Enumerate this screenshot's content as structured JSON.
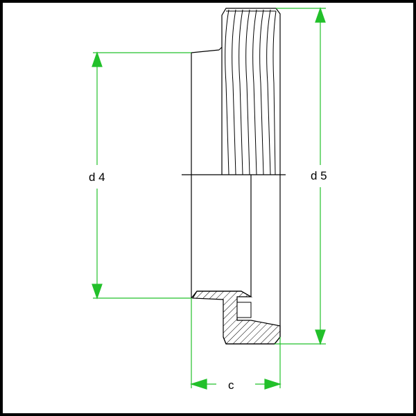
{
  "diagram": {
    "labels": {
      "d4": "d 4",
      "d5": "d 5",
      "c": "c"
    },
    "colors": {
      "outline": "#000000",
      "dimension": "#22c02a",
      "background": "#ffffff"
    }
  }
}
